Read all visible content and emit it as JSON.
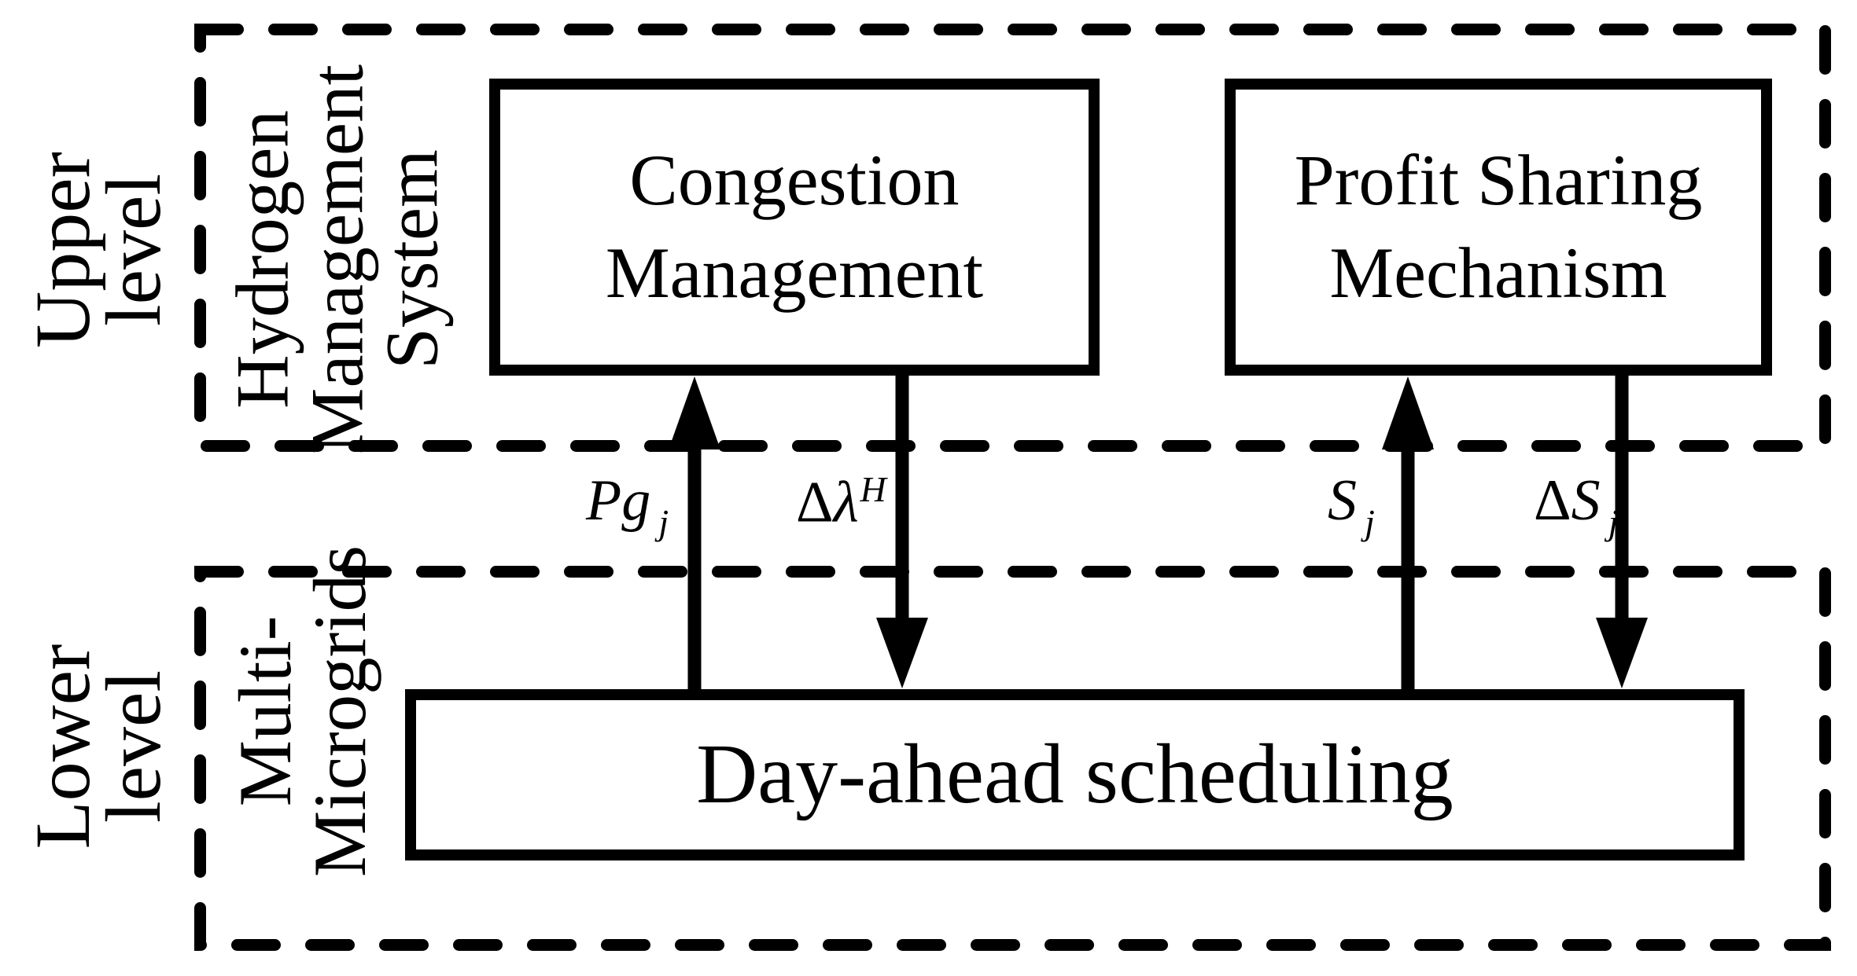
{
  "figure": {
    "background": "#ffffff",
    "line_color": "#000000"
  },
  "upper_level": {
    "side_label": "Upper\nlevel",
    "system_label": "Hydrogen\nManagement\nSystem",
    "congestion_box": {
      "label": "Congestion\nManagement"
    },
    "profit_box": {
      "label": "Profit Sharing\nMechanism"
    }
  },
  "lower_level": {
    "side_label": "Lower\nlevel",
    "system_label": "Multi-\nMicrogrids",
    "scheduling_box": {
      "label": "Day-ahead scheduling"
    }
  },
  "arrows": [
    {
      "delta": "",
      "base": "Pg",
      "sub": "j",
      "sup": "",
      "direction": "up"
    },
    {
      "delta": "Δ",
      "base": "λ",
      "sub": "",
      "sup": "H",
      "direction": "down"
    },
    {
      "delta": "",
      "base": "S",
      "sub": "j",
      "sup": "",
      "direction": "up"
    },
    {
      "delta": "Δ",
      "base": "S",
      "sub": "j",
      "sup": "",
      "direction": "down"
    }
  ]
}
